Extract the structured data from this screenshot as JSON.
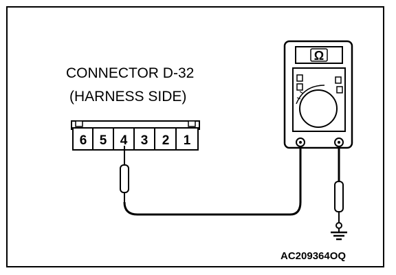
{
  "connector": {
    "title_line1": "CONNECTOR D-32",
    "title_line2": "(HARNESS SIDE)",
    "pins": [
      "6",
      "5",
      "4",
      "3",
      "2",
      "1"
    ],
    "probe_pin": "4"
  },
  "meter": {
    "display_symbol": "Ω",
    "icon": "ohmmeter-icon"
  },
  "ground_icon": "ground-symbol-icon",
  "figure_code": "AC209364OQ",
  "colors": {
    "line": "#000000",
    "background": "#ffffff"
  }
}
